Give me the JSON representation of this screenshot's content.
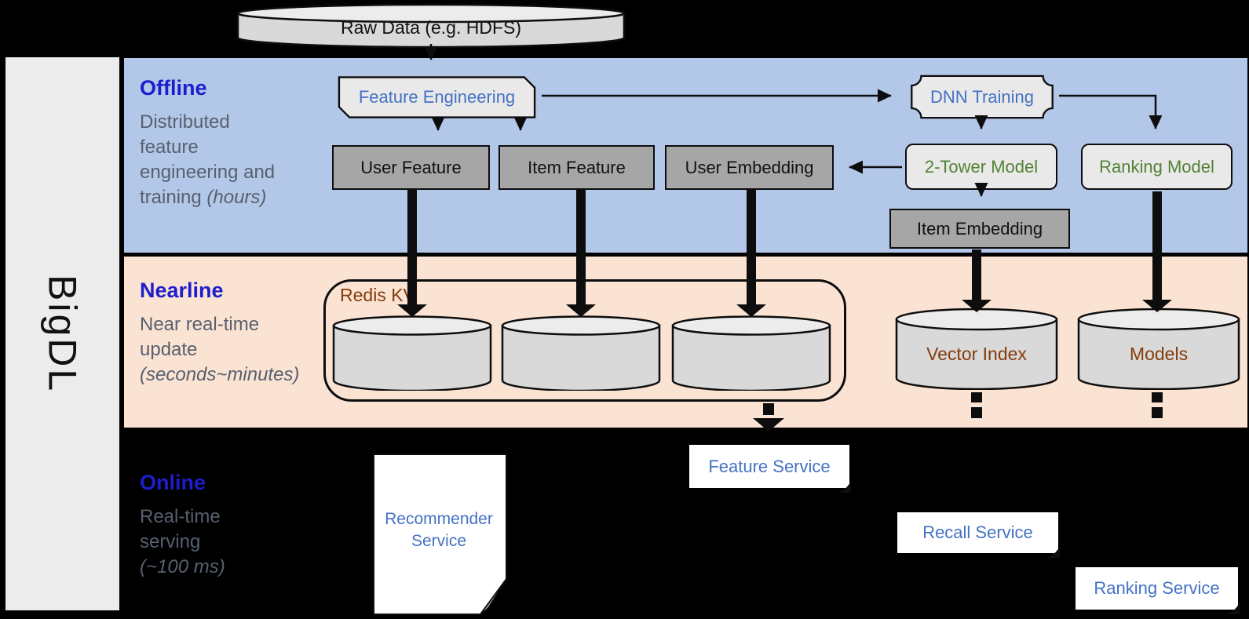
{
  "brand": "BigDL",
  "source": {
    "label": "Raw Data (e.g. HDFS)"
  },
  "sections": {
    "offline": {
      "title": "Offline",
      "lines": [
        "Distributed",
        "feature",
        "engineering and"
      ],
      "tail": "training ",
      "tail_italic": "(hours)"
    },
    "nearline": {
      "title": "Nearline",
      "lines": [
        "Near real-time",
        "update"
      ],
      "tail": "",
      "tail_italic": "(seconds~minutes)"
    },
    "online": {
      "title": "Online",
      "lines": [
        "Real-time",
        "serving"
      ],
      "tail": "",
      "tail_italic": "(~100 ms)"
    }
  },
  "offline_nodes": {
    "feature_engineering": "Feature Engineering",
    "dnn_training": "DNN Training",
    "user_feature": "User Feature",
    "item_feature": "Item Feature",
    "user_embedding": "User Embedding",
    "two_tower_model": "2-Tower Model",
    "ranking_model": "Ranking Model",
    "item_embedding": "Item Embedding"
  },
  "nearline_nodes": {
    "redis_kv": "Redis KV",
    "vector_index": "Vector Index",
    "models": "Models"
  },
  "online_nodes": {
    "recommender_service": "Recommender Service",
    "feature_service": "Feature Service",
    "recall_service": "Recall Service",
    "ranking_service": "Ranking Service"
  },
  "colors": {
    "page_bg": "#000000",
    "sidebar_bg": "#ececec",
    "offline_bg": "#b3c7e8",
    "nearline_bg": "#fbe3d3",
    "accent_title_blue": "#1d1dcd",
    "desc_gray": "#57606f",
    "node_text_blue": "#4472c4",
    "node_text_green": "#548235",
    "node_text_brown": "#843c0c",
    "gray_node_bg": "#a6a6a6",
    "light_node_bg": "#e9e9e9",
    "cylinder_body": "#d9d9d9",
    "cylinder_top": "#ececec",
    "ink": "#0d0d0d",
    "white": "#ffffff"
  }
}
